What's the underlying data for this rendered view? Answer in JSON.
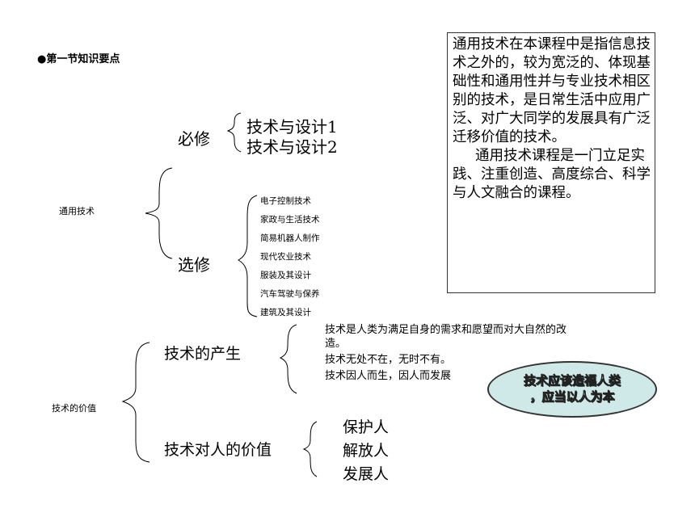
{
  "heading": "●第一节知识要点",
  "tree1": {
    "root": "通用技术",
    "required": {
      "label": "必修",
      "items": [
        "技术与设计1",
        "技术与设计2"
      ]
    },
    "elective": {
      "label": "选修",
      "items": [
        "电子控制技术",
        "家政与生活技术",
        "简易机器人制作",
        "现代农业技术",
        "服装及其设计",
        "汽车驾驶与保养",
        "建筑及其设计"
      ]
    }
  },
  "info_box": {
    "paragraph1": "通用技术在本课程中是指信息技术之外的，较为宽泛的、体现基础性和通用性并与专业技术相区别的技术，是日常生活中应用广泛、对广大同学的发展具有广泛迁移价值的技术。",
    "paragraph2": "通用技术课程是一门立足实践、注重创造、高度综合、科学与人文融合的课程。"
  },
  "tree2": {
    "root": "技术的价值",
    "origin": {
      "label": "技术的产生",
      "lines": [
        "技术是人类为满足自身的需求和愿望而对大自然的改",
        "造。",
        "技术无处不在，无时不有。",
        "技术因人而生，因人而发展"
      ]
    },
    "value": {
      "label": "技术对人的价值",
      "items": [
        "保护人",
        "解放人",
        "发展人"
      ]
    }
  },
  "bubble": {
    "line1": "技术应该造福人类",
    "line2": "，应当以人为本"
  }
}
